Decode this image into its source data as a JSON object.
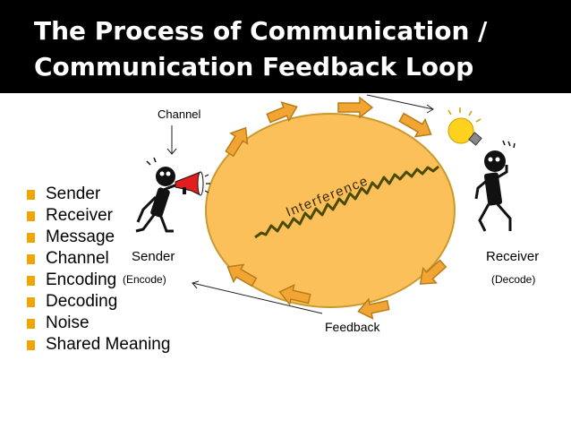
{
  "title": {
    "line1": "The Process of Communication /",
    "line2": "Communication Feedback Loop"
  },
  "bullets": [
    "Sender",
    "Receiver",
    "Message",
    "Channel",
    "Encoding",
    "Decoding",
    "Noise",
    "Shared Meaning"
  ],
  "labels": {
    "channel": "Channel",
    "sender": "Sender",
    "encode": "(Encode)",
    "receiver": "Receiver",
    "decode": "(Decode)",
    "feedback": "Feedback",
    "interference": "Interference"
  },
  "colors": {
    "title_bg": "#000000",
    "title_text": "#ffffff",
    "bullet": "#f0a500",
    "circle_fill": "#fbc05a",
    "circle_stroke": "#c99a2e",
    "arrow_fill": "#f2a533",
    "arrow_stroke": "#b87d1a",
    "megaphone": "#e41e1e",
    "bulb": "#ffd21f"
  },
  "icons": [
    "sender-figure-icon",
    "megaphone-icon",
    "receiver-figure-icon",
    "lightbulb-icon"
  ]
}
